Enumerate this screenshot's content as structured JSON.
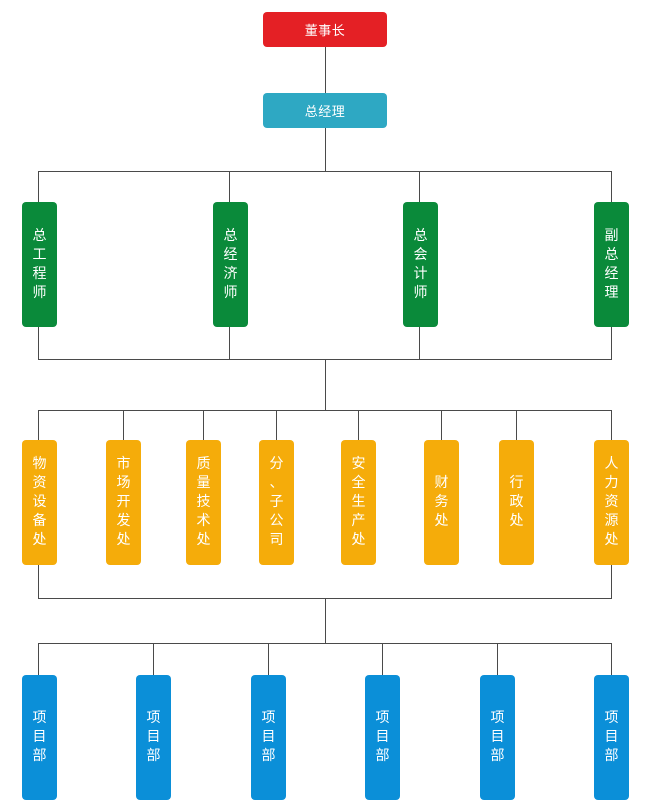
{
  "colors": {
    "chairman": "#e42025",
    "general_manager": "#2ea8c3",
    "level2": "#0a8a3a",
    "level3": "#f5ac0a",
    "level4": "#0b8fd8",
    "line": "#4a4a4a"
  },
  "chairman": {
    "label": "董事长"
  },
  "general_manager": {
    "label": "总经理"
  },
  "executives": [
    {
      "label": "总工程师"
    },
    {
      "label": "总经济师"
    },
    {
      "label": "总会计师"
    },
    {
      "label": "副总经理"
    }
  ],
  "departments": [
    {
      "label": "物资设备处"
    },
    {
      "label": "市场开发处"
    },
    {
      "label": "质量技术处"
    },
    {
      "label": "分、子公司"
    },
    {
      "label": "安全生产处"
    },
    {
      "label": "财务处"
    },
    {
      "label": "行政处"
    },
    {
      "label": "人力资源处"
    }
  ],
  "projects": [
    {
      "label": "项目部"
    },
    {
      "label": "项目部"
    },
    {
      "label": "项目部"
    },
    {
      "label": "项目部"
    },
    {
      "label": "项目部"
    },
    {
      "label": "项目部"
    }
  ]
}
